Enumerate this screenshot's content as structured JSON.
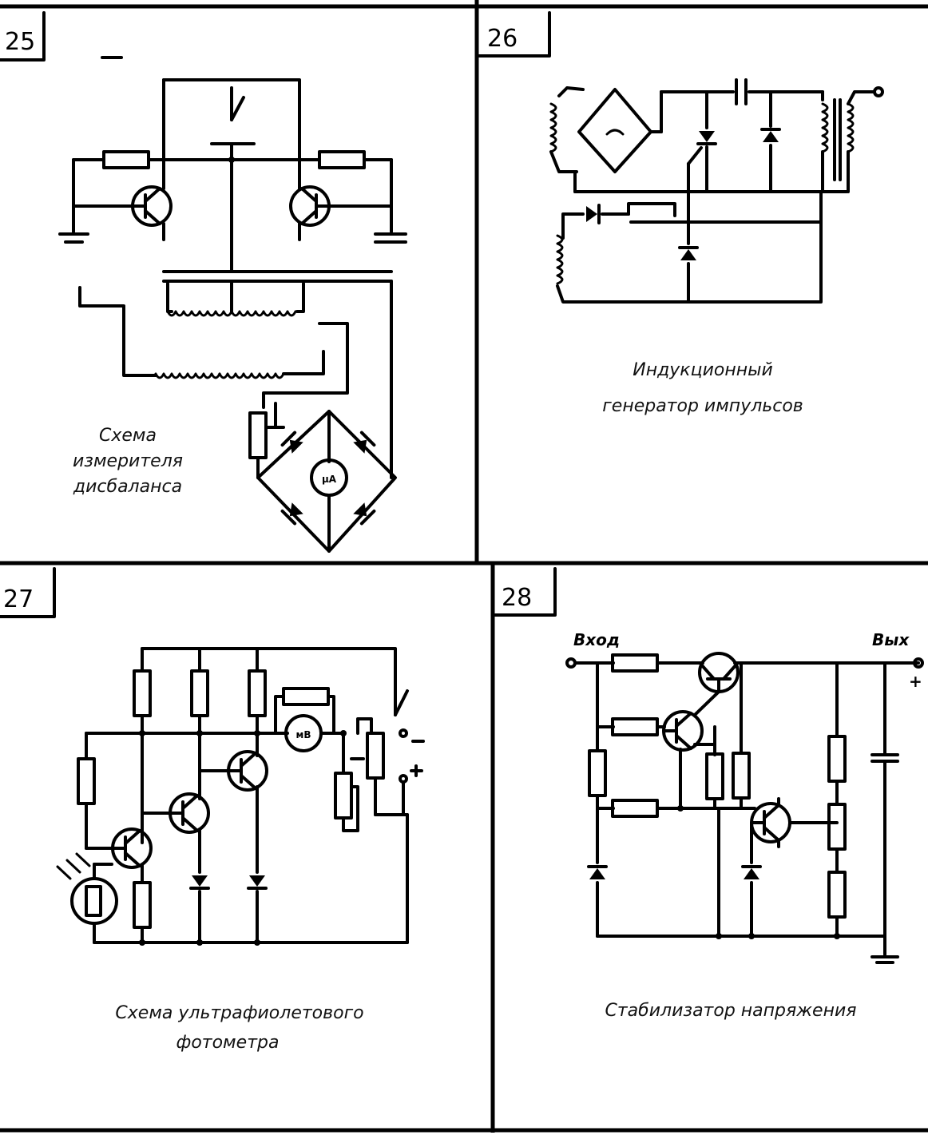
{
  "panels": [
    {
      "number": "25",
      "caption_lines": [
        "Схема",
        "измерителя",
        "дисбаланса"
      ],
      "meter": "μA"
    },
    {
      "number": "26",
      "caption_lines": [
        "Индукционный",
        "генератор импульсов"
      ]
    },
    {
      "number": "27",
      "caption_lines": [
        "Схема ультрафиолетового",
        "фотометра"
      ],
      "meter": "мВ"
    },
    {
      "number": "28",
      "caption_lines": [
        "Стабилизатор напряжения"
      ],
      "input_label": "Вход",
      "output_label": "Вых",
      "plus_sign": "+"
    }
  ]
}
